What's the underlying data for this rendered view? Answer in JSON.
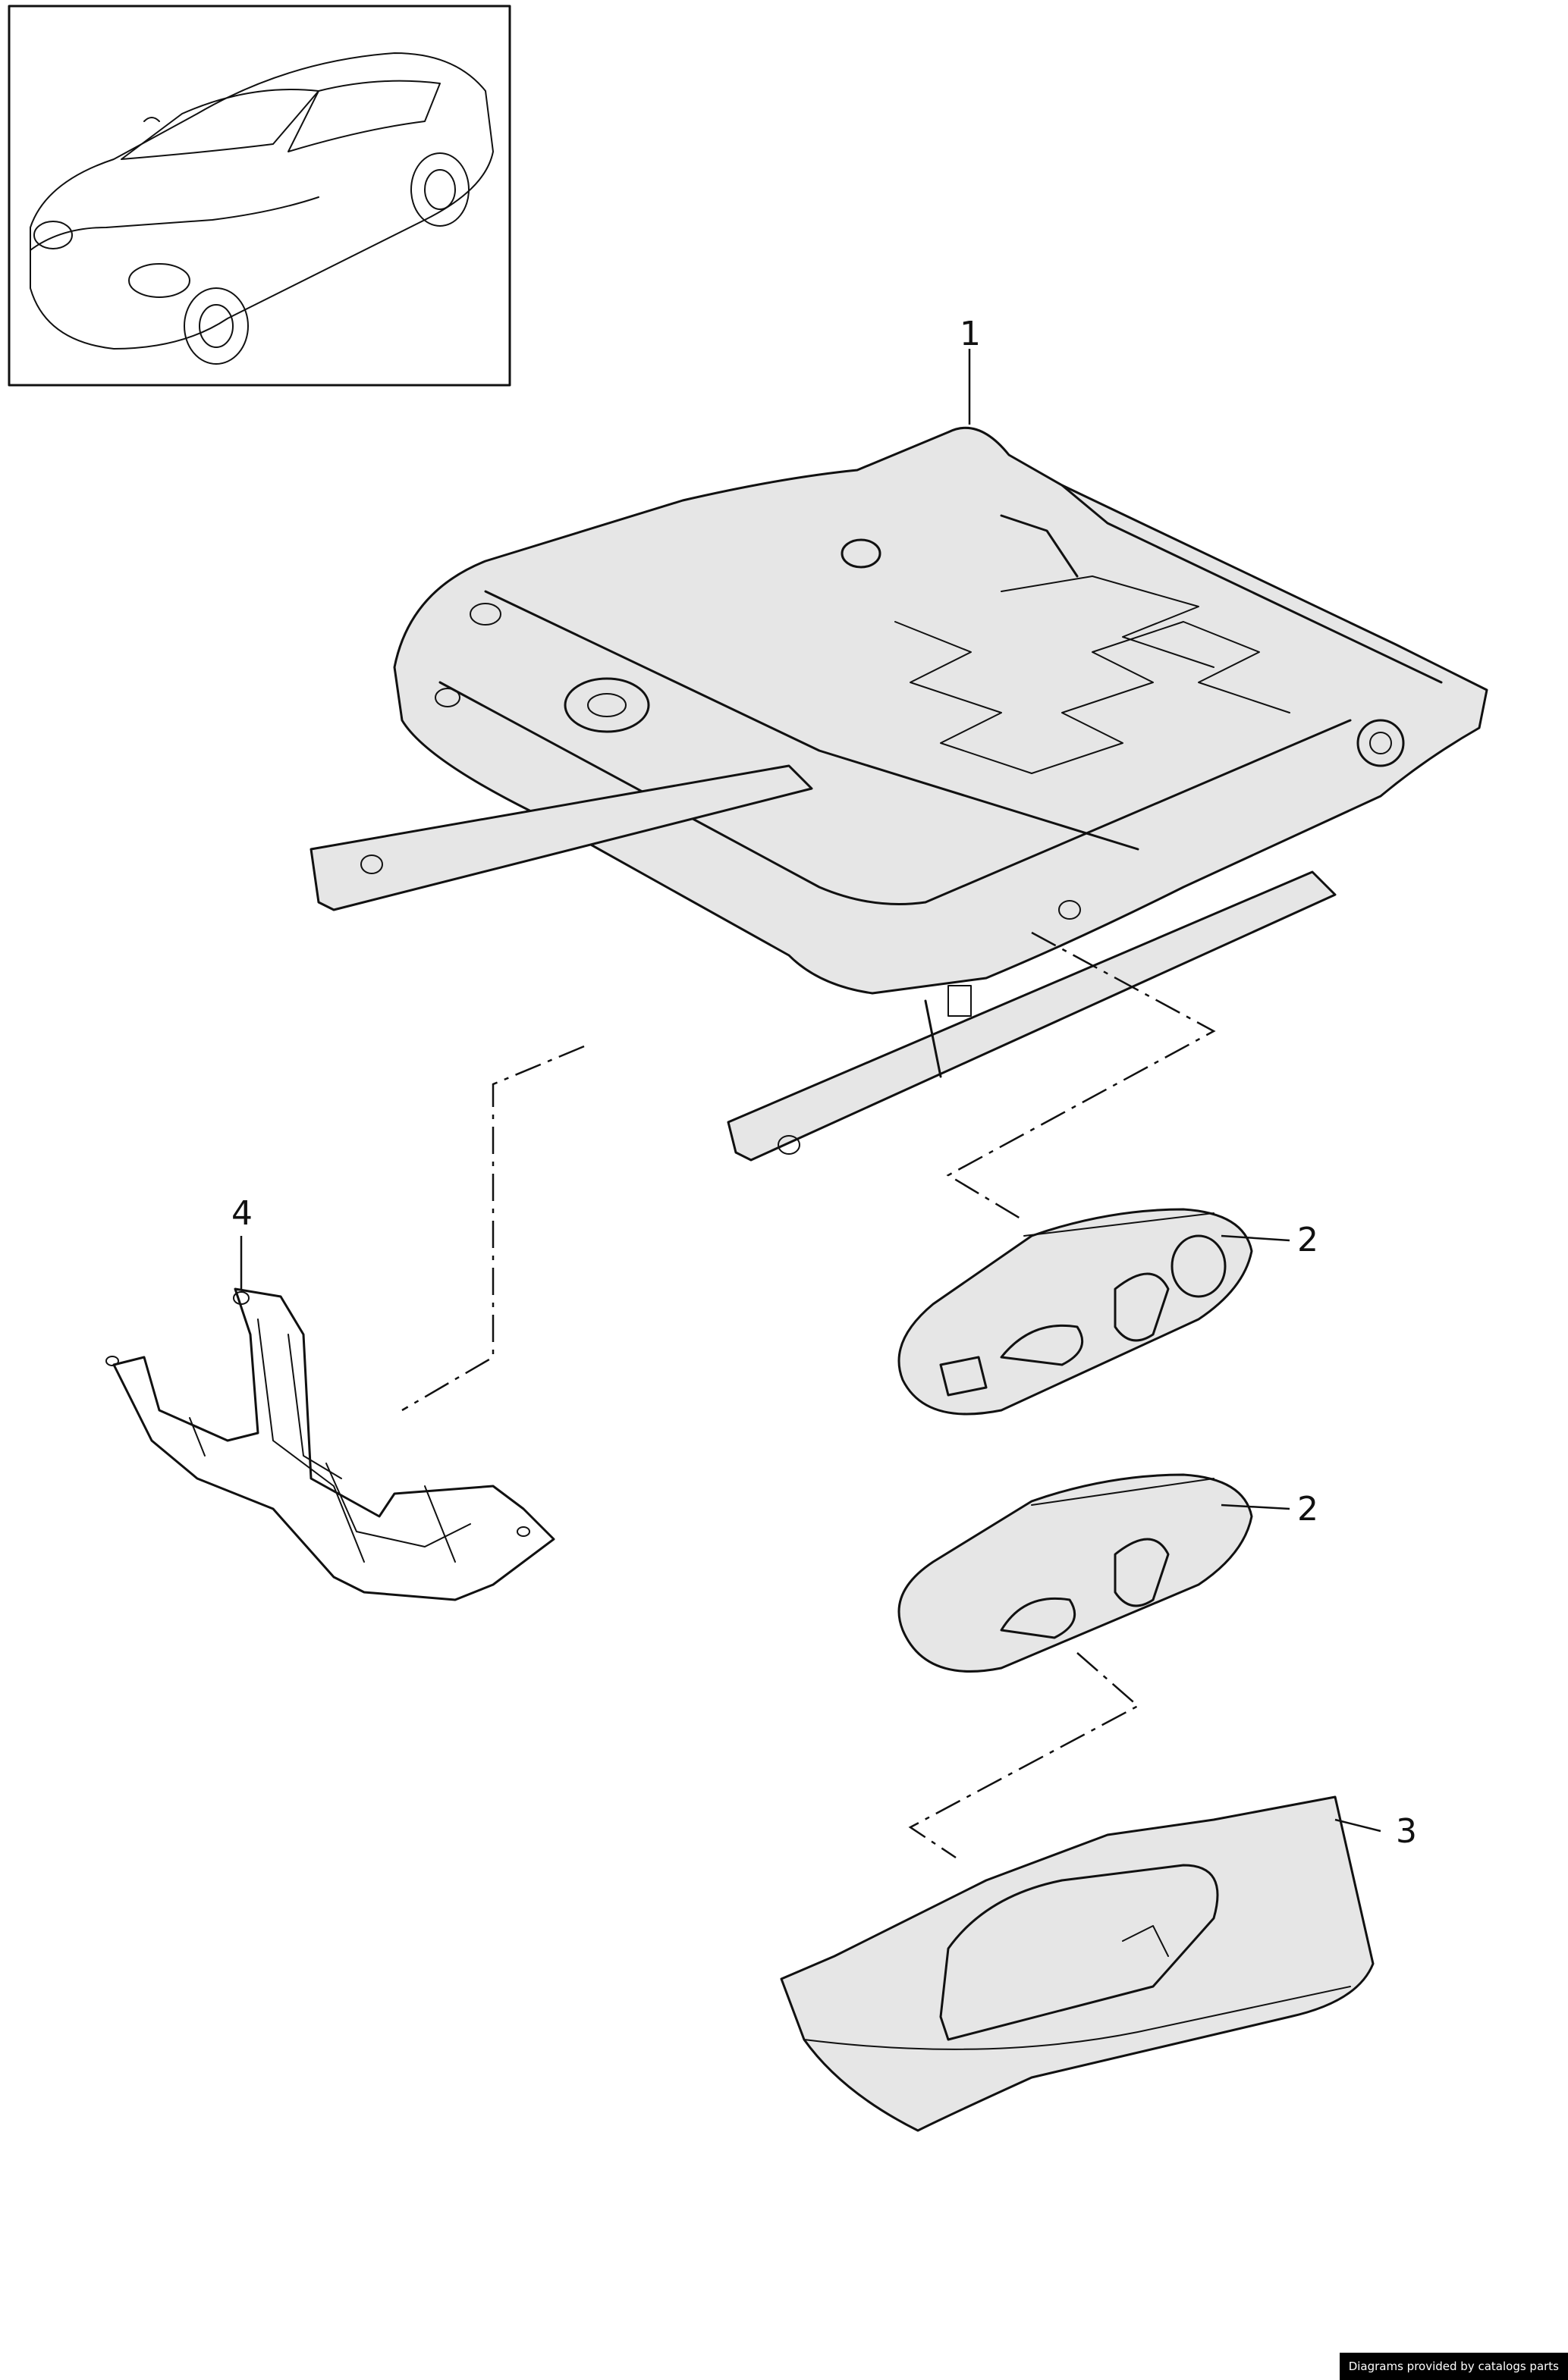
{
  "callouts": [
    {
      "id": "1",
      "label": "1"
    },
    {
      "id": "2a",
      "label": "2"
    },
    {
      "id": "2b",
      "label": "2"
    },
    {
      "id": "3",
      "label": "3"
    },
    {
      "id": "4",
      "label": "4"
    }
  ],
  "credit": "Diagrams provided by catalogs parts"
}
